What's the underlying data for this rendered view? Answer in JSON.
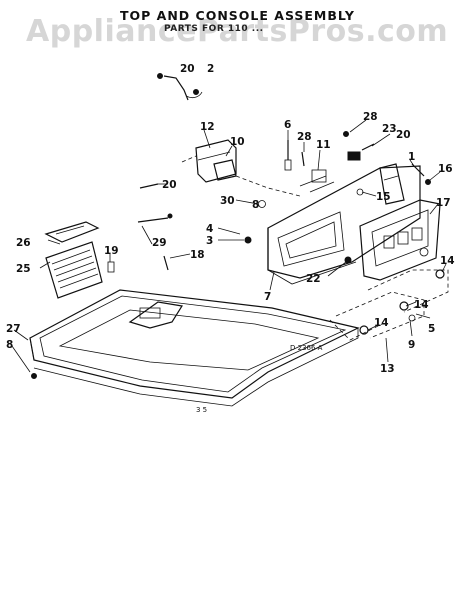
{
  "watermark": "AppliancePartsPros.com",
  "title": "TOP AND CONSOLE ASSEMBLY",
  "subtitle": "PARTS FOR 110 ...",
  "diagram_code": "D 2366 A",
  "center_mark": "3 5",
  "callouts": [
    "20",
    "2",
    "12",
    "10",
    "6",
    "28",
    "11",
    "28",
    "23",
    "20",
    "1",
    "16",
    "20",
    "30",
    "8",
    "4",
    "3",
    "15",
    "17",
    "26",
    "25",
    "19",
    "29",
    "18",
    "22",
    "14",
    "7",
    "14",
    "5",
    "27",
    "8",
    "14",
    "9",
    "13"
  ]
}
